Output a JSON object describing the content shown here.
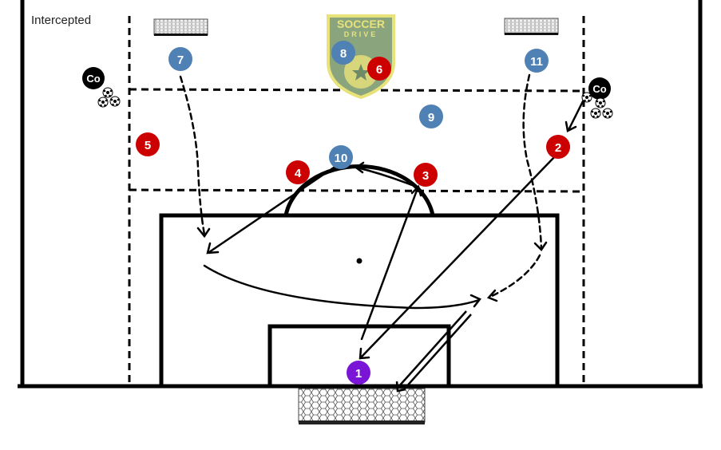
{
  "status_label": "Intercepted",
  "logo": {
    "line1": "SOCCER",
    "line2": "DRIVE"
  },
  "colors": {
    "blue_team": "#4f81b4",
    "red_team": "#cc0000",
    "goalkeeper": "#7a14d6",
    "coach": "#000000",
    "logo_fill": "#8aa47e",
    "logo_border": "#e8e27a"
  },
  "coach_label": "Co",
  "players": {
    "blue": [
      "7",
      "8",
      "9",
      "10",
      "11"
    ],
    "red": [
      "2",
      "3",
      "4",
      "5",
      "6"
    ],
    "goalkeeper": [
      "1"
    ]
  }
}
